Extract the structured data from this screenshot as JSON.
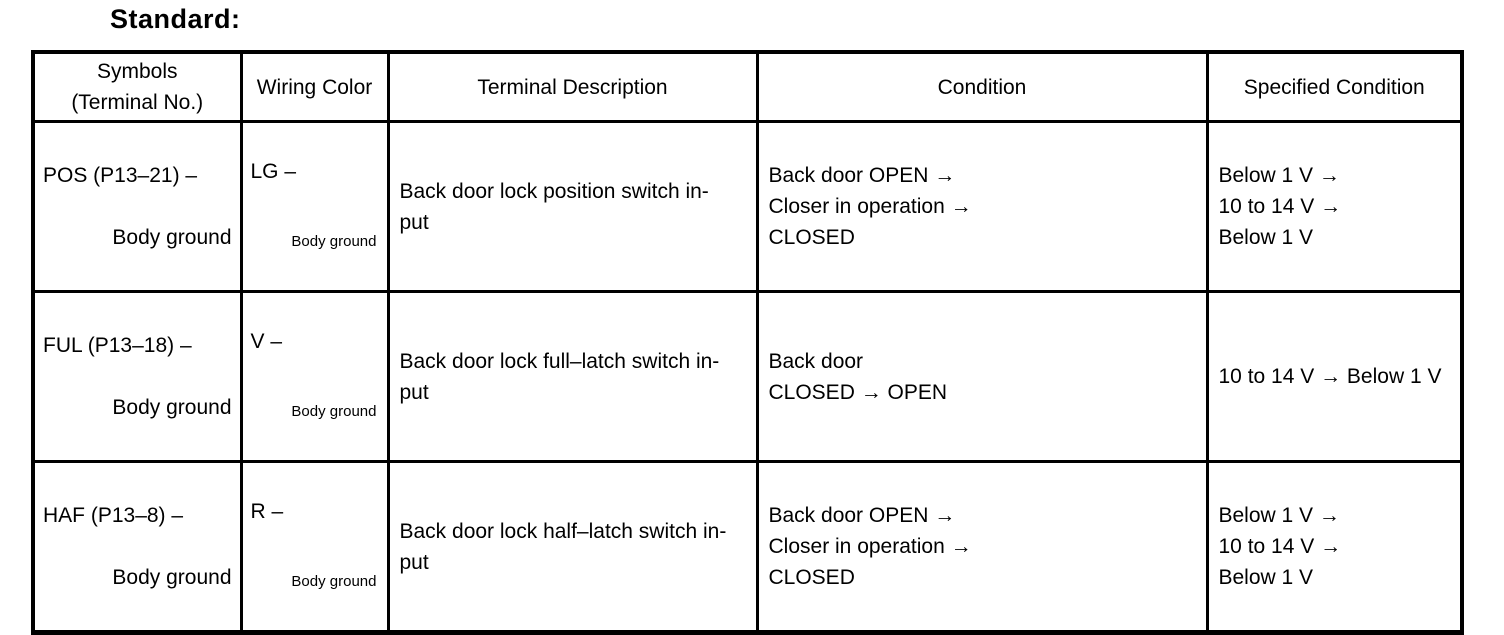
{
  "title": "Standard:",
  "colors": {
    "text": "#000000",
    "border": "#000000",
    "background": "#ffffff"
  },
  "table": {
    "columns": {
      "symbols": "Symbols\n(Terminal No.)",
      "wiring_color": "Wiring Color",
      "terminal_description": "Terminal Description",
      "condition": "Condition",
      "specified_condition": "Specified Condition"
    },
    "rows": [
      {
        "symbol": "POS (P13–21) –",
        "symbol_ground": "Body ground",
        "wiring_color": "LG –",
        "wiring_ground": "Body ground",
        "terminal_description": "Back door lock position switch in-\nput",
        "condition": "Back door OPEN →\nCloser in operation →\nCLOSED",
        "specified_condition": "Below 1 V →\n10 to 14 V →\nBelow 1 V"
      },
      {
        "symbol": "FUL (P13–18) –",
        "symbol_ground": "Body ground",
        "wiring_color": "V –",
        "wiring_ground": "Body ground",
        "terminal_description": "Back door lock full–latch switch in-\nput",
        "condition": "Back door\nCLOSED → OPEN",
        "specified_condition": "10 to 14 V → Below 1 V"
      },
      {
        "symbol": "HAF (P13–8) –",
        "symbol_ground": "Body ground",
        "wiring_color": "R –",
        "wiring_ground": "Body ground",
        "terminal_description": "Back door lock half–latch switch in-\nput",
        "condition": "Back door OPEN →\nCloser in operation →\nCLOSED",
        "specified_condition": "Below 1 V →\n10 to 14 V →\nBelow 1 V"
      }
    ]
  }
}
